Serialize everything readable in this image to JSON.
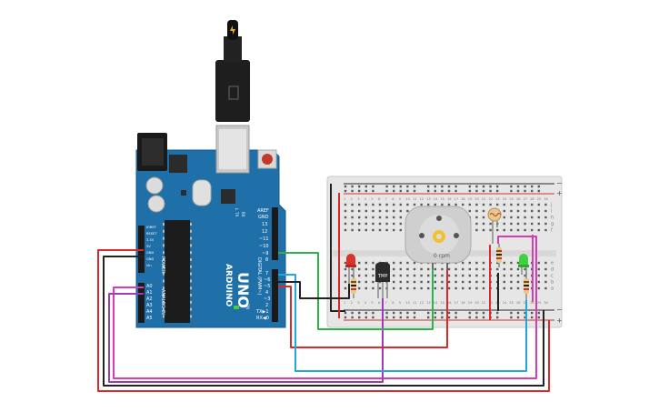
{
  "arduino": {
    "brand": "ARDUINO",
    "model": "UNO",
    "power_header_title": "POWER",
    "analog_header_title": "ANALOG IN",
    "digital_header_title": "DIGITAL (PWM~)",
    "on_label": "ON",
    "l_label": "L",
    "tx_label": "TX",
    "rx_label": "RX",
    "power_pins": [
      "IOREF",
      "RESET",
      "3.3V",
      "5V",
      "GND",
      "GND",
      "Vin"
    ],
    "analog_pins": [
      "A0",
      "A1",
      "A2",
      "A3",
      "A4",
      "A5"
    ],
    "digital_pins_top": [
      "AREF",
      "GND",
      "13",
      "12",
      "~11",
      "~10",
      "~9",
      "8"
    ],
    "digital_pins_bottom": [
      "7",
      "~6",
      "~5",
      "4",
      "~3",
      "2",
      "TX▶1",
      "RX◀0"
    ]
  },
  "breadboard": {
    "column_numbers": [
      "1",
      "2",
      "3",
      "4",
      "5",
      "6",
      "7",
      "8",
      "9",
      "10",
      "11",
      "12",
      "13",
      "14",
      "15",
      "16",
      "17",
      "18",
      "19",
      "20",
      "21",
      "22",
      "23",
      "24",
      "25",
      "26",
      "27",
      "28",
      "29",
      "30"
    ],
    "row_letters_top": [
      "j",
      "i",
      "h",
      "g",
      "f"
    ],
    "row_letters_bottom": [
      "e",
      "d",
      "c",
      "b",
      "a"
    ],
    "rail_plus": "+",
    "rail_minus": "−"
  },
  "components": {
    "motor_speed_label": "0 rpm",
    "transistor_label": "TMP",
    "red_led_color": "#d9342b",
    "green_led_color": "#3fd13f"
  },
  "wires": {
    "red": "#d92b2b",
    "black": "#222222",
    "green": "#2fb24a",
    "blue": "#23a6d9",
    "purple": "#9b3cb8",
    "magenta": "#d63fb0"
  },
  "colors": {
    "board_blue": "#1e6fa8",
    "breadboard": "#e8e8e8",
    "usb_dark": "#1e1e1e"
  }
}
